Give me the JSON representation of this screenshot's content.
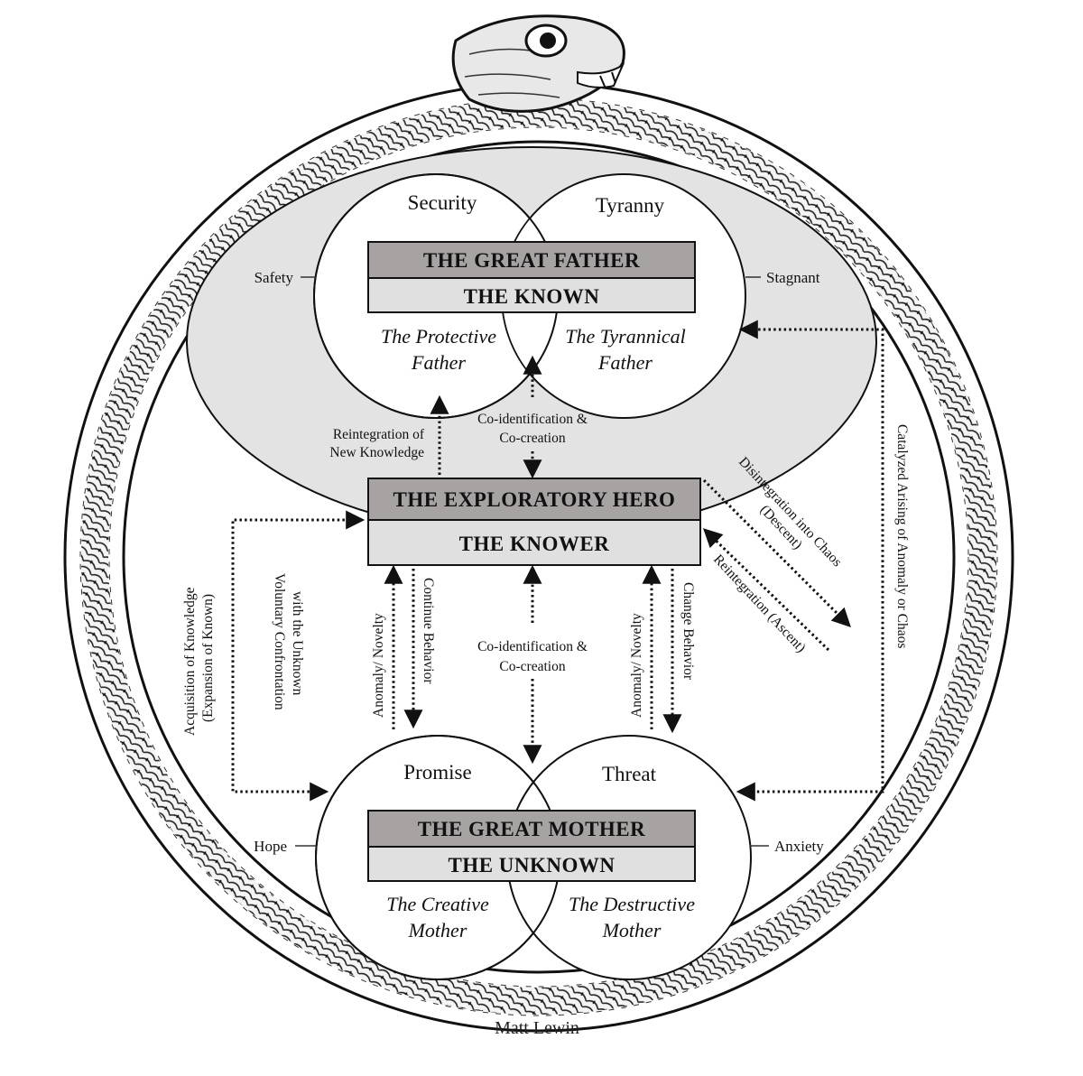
{
  "father": {
    "left_circle": "Security",
    "right_circle": "Tyranny",
    "title": "THE GREAT FATHER",
    "subtitle": "THE KNOWN",
    "left_role_1": "The Protective",
    "left_role_2": "Father",
    "right_role_1": "The Tyrannical",
    "right_role_2": "Father",
    "left_side": "Safety",
    "right_side": "Stagnant"
  },
  "hero": {
    "title": "THE EXPLORATORY HERO",
    "subtitle": "THE KNOWER"
  },
  "mother": {
    "left_circle": "Promise",
    "right_circle": "Threat",
    "title": "THE GREAT MOTHER",
    "subtitle": "THE UNKNOWN",
    "left_role_1": "The Creative",
    "left_role_2": "Mother",
    "right_role_1": "The Destructive",
    "right_role_2": "Mother",
    "left_side": "Hope",
    "right_side": "Anxiety"
  },
  "labels": {
    "reintegration_1": "Reintegration of",
    "reintegration_2": "New Knowledge",
    "coid_top_1": "Co-identification &",
    "coid_top_2": "Co-creation",
    "coid_mid_1": "Co-identification &",
    "coid_mid_2": "Co-creation",
    "disintegration_1": "Disintegration into Chaos",
    "disintegration_2": "(Descent)",
    "reintegration_ascent": "Reintegration (Ascent)",
    "catalyzed": "Catalyzed Arising of Anomaly or Chaos",
    "acquisition_1": "Acquisition of Knowledge",
    "acquisition_2": "(Expansion of Known)",
    "voluntary_1": "Voluntary Confrontation",
    "voluntary_2": "with the Unknown",
    "anomaly_left": "Anomaly/ Novelty",
    "continue_behavior": "Continue Behavior",
    "anomaly_right": "Anomaly/ Novelty",
    "change_behavior": "Change Behavior"
  },
  "signature": "Matt Lewin",
  "icons": [
    "ouroboros-serpent",
    "serpent-head"
  ]
}
